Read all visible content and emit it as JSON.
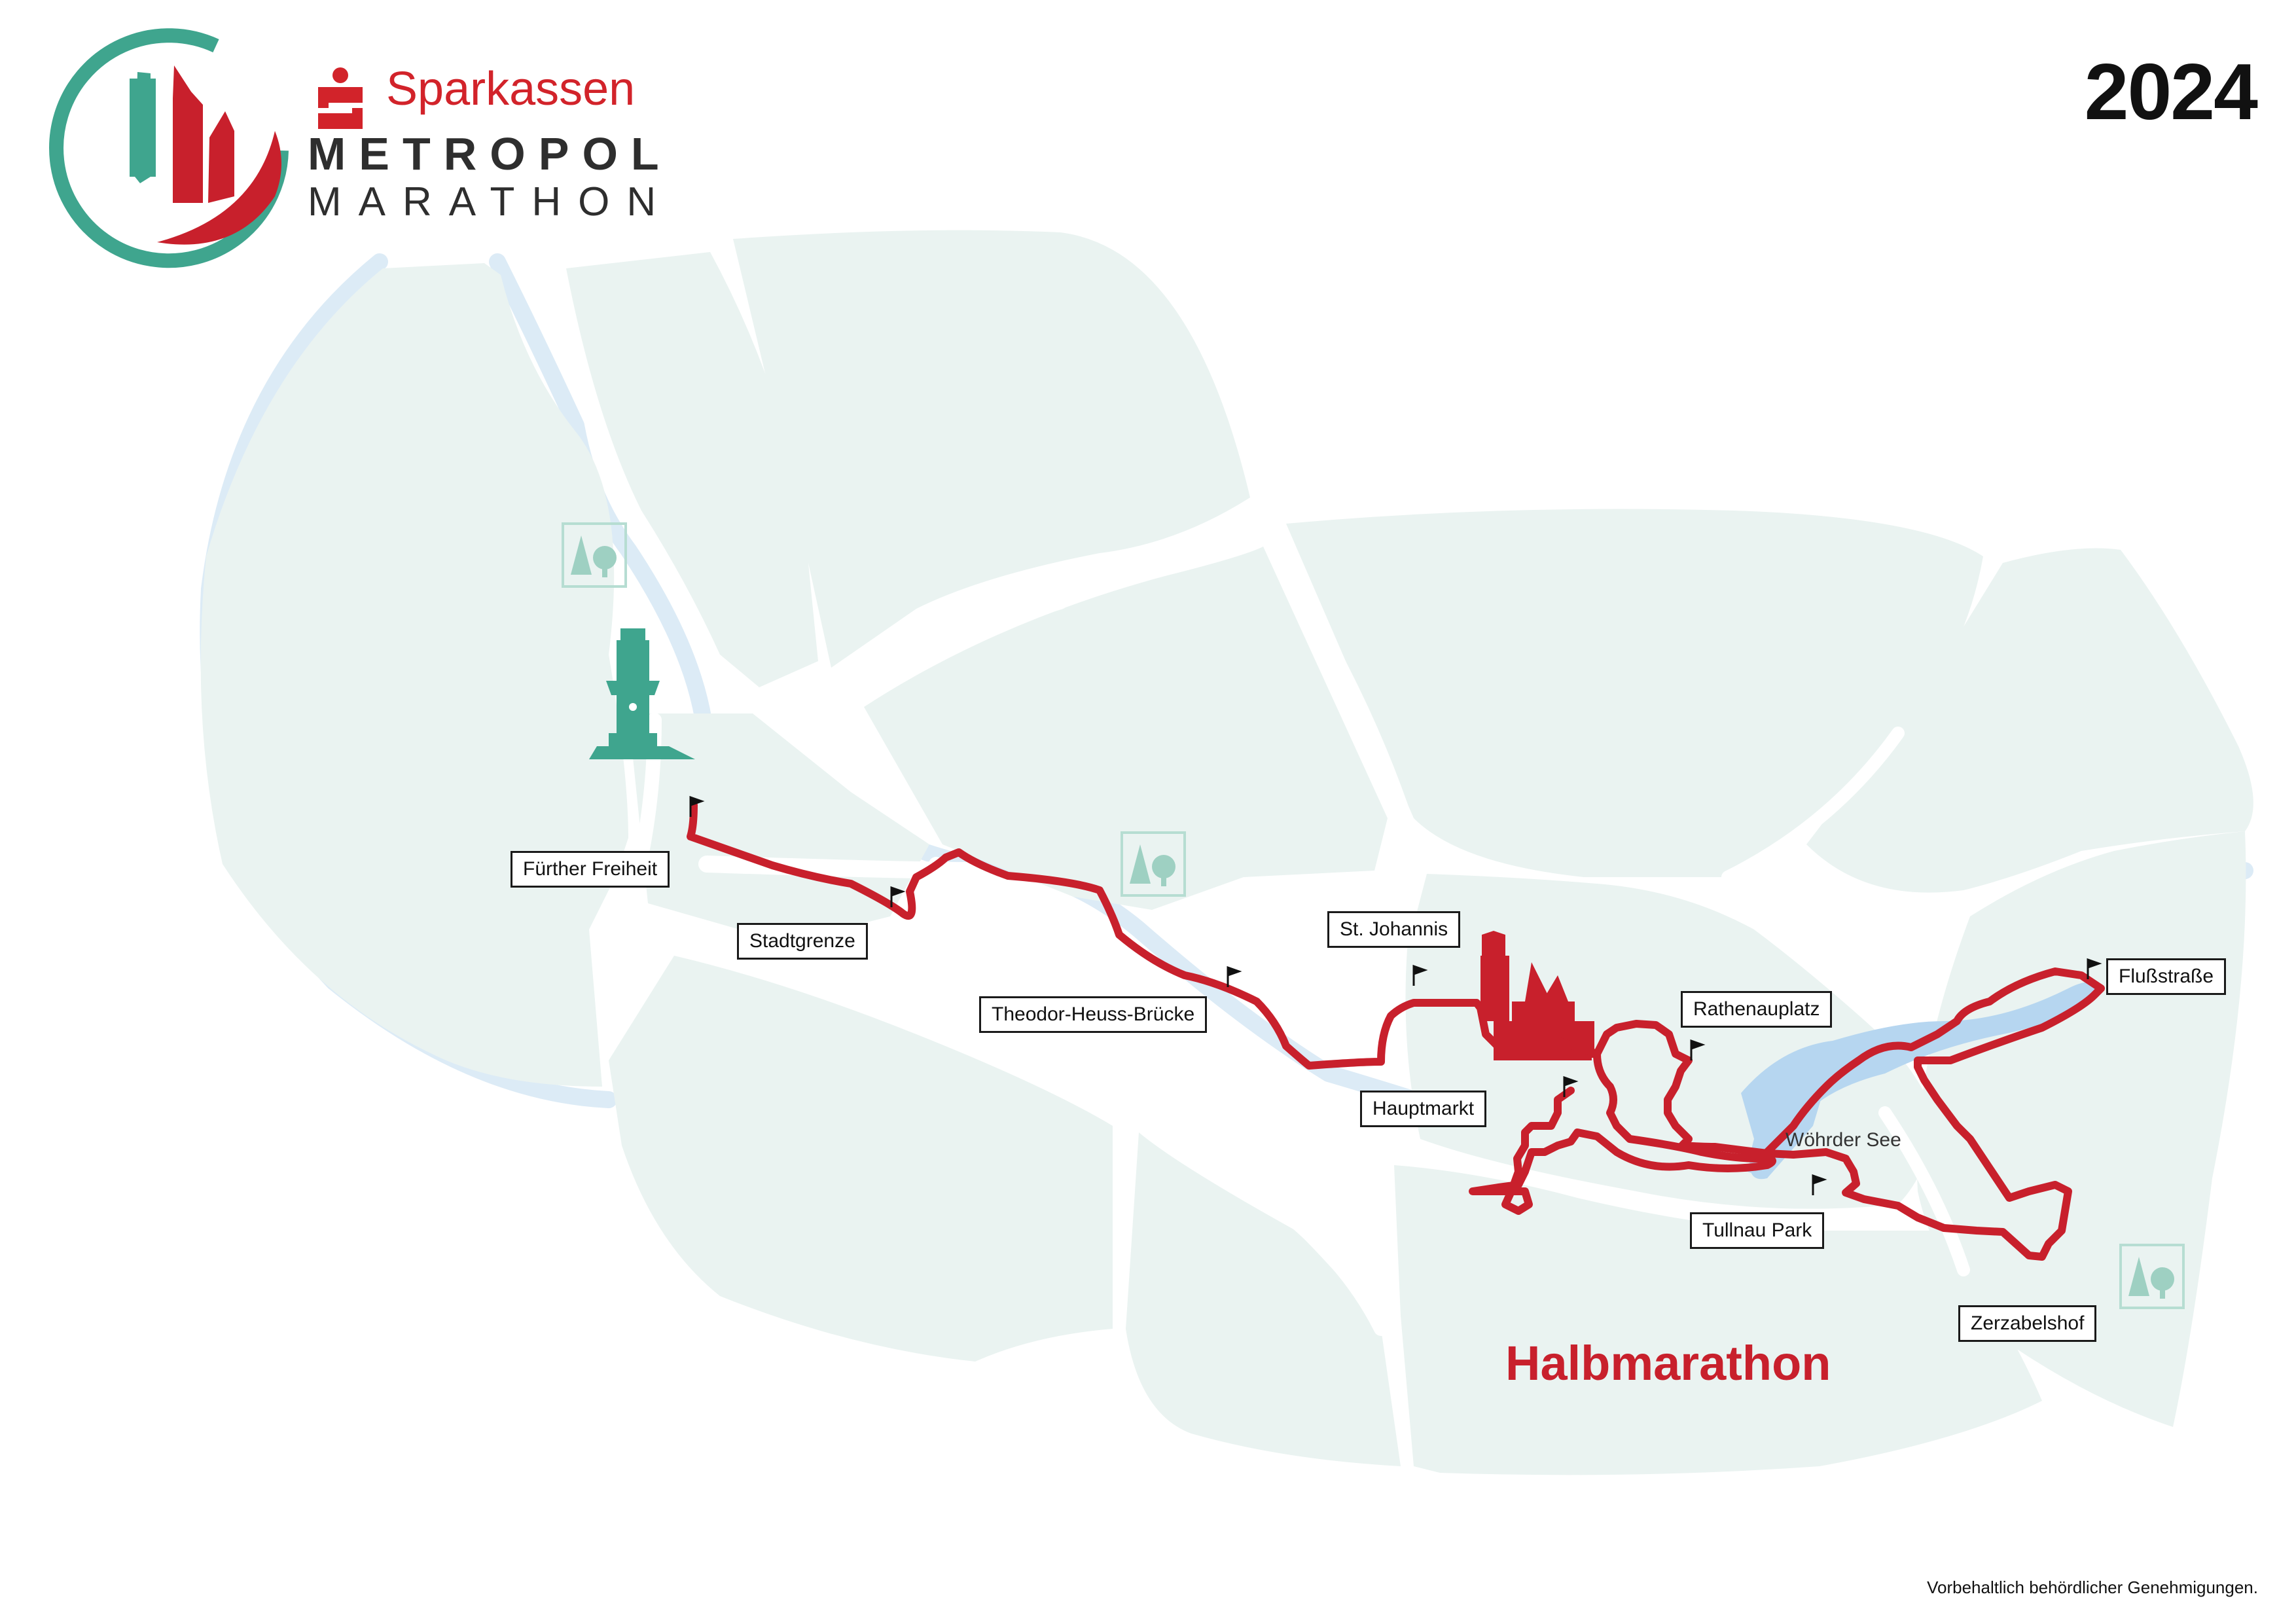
{
  "header": {
    "year": "2024",
    "brand_sparkassen": "Sparkassen",
    "brand_metropol": "METROPOL",
    "brand_marathon": "MARATHON"
  },
  "map": {
    "race_title": "Halbmarathon",
    "lake": "Wöhrder See",
    "checkpoints": [
      "Fürther Freiheit",
      "Stadtgrenze",
      "Theodor-Heuss-Brücke",
      "St. Johannis",
      "Hauptmarkt",
      "Rathenauplatz",
      "Tullnau Park",
      "Flußstraße",
      "Zerzabelshof"
    ]
  },
  "footer": {
    "disclaimer": "Vorbehaltlich behördlicher Genehmigungen."
  },
  "colors": {
    "route": "#c8202c",
    "district": "#eaf3f1",
    "river": "#dcebf6",
    "lake": "#b6d6f0",
    "park_icon": "#9ed0c2",
    "tower_teal": "#3fa58e",
    "castle_red": "#c8202c"
  },
  "icons": {
    "park": "park-tree-icon",
    "tower": "fuerth-tower-icon",
    "castle": "nuremberg-castle-icon",
    "flag": "flag-icon"
  }
}
